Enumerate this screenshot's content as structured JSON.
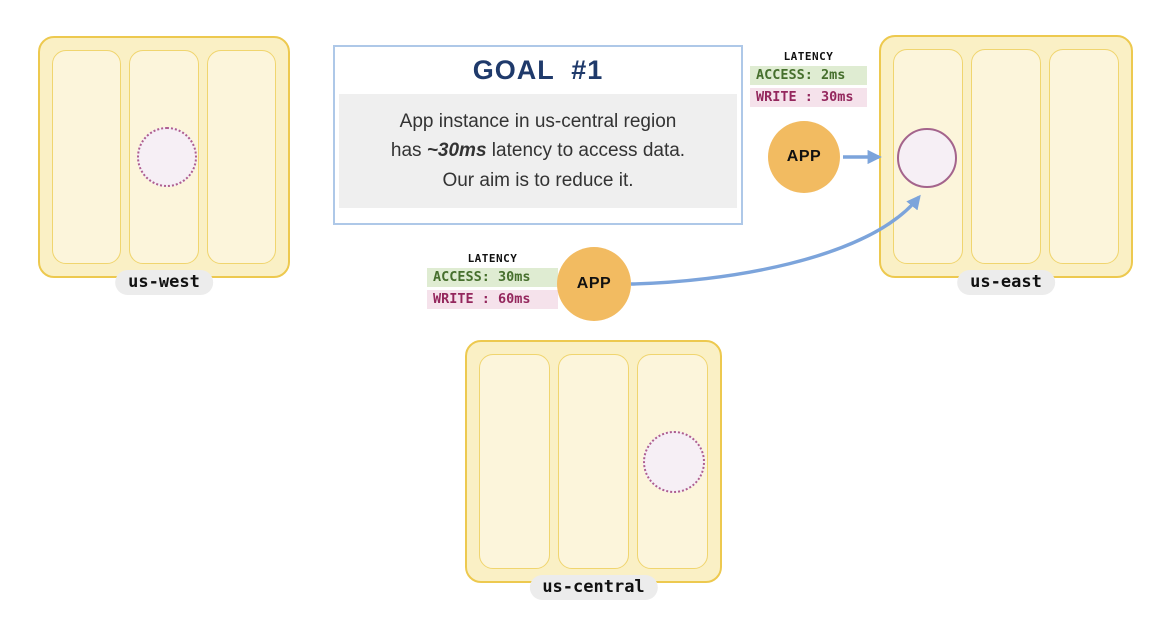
{
  "goal": {
    "title": "GOAL  #1",
    "line1": "App instance in us-central region",
    "line2_pre": "has ",
    "line2_em": "~30ms",
    "line2_post": " latency to access data.",
    "line3": "Our aim is to reduce it."
  },
  "regions": {
    "us_west": {
      "label": "us-west"
    },
    "us_east": {
      "label": "us-east"
    },
    "us_central": {
      "label": "us-central"
    }
  },
  "latency_us_east_app": {
    "heading": "LATENCY",
    "access": "ACCESS: 2ms",
    "write": "WRITE : 30ms"
  },
  "latency_us_central_app": {
    "heading": "LATENCY",
    "access": "ACCESS: 30ms",
    "write": "WRITE : 60ms"
  },
  "apps": {
    "us_east_app": "APP",
    "us_central_app": "APP"
  },
  "colors": {
    "region_border": "#EDC94F",
    "region_fill": "#FAF0C5",
    "zone_border": "#F0D56F",
    "zone_fill": "#FCF5DB",
    "label_pill_bg": "#ECECEC",
    "goal_border": "#AEC8E8",
    "goal_title_text": "#1F3A6B",
    "goal_body_bg": "#EFEFEF",
    "access_text": "#466F2D",
    "access_bg": "#DFECD2",
    "write_text": "#94275D",
    "write_bg": "#F5E2EB",
    "db_fill": "#F6EFF5",
    "db_border": "#A4648C",
    "app_fill": "#F2BB61",
    "arrow": "#7CA4DB"
  }
}
